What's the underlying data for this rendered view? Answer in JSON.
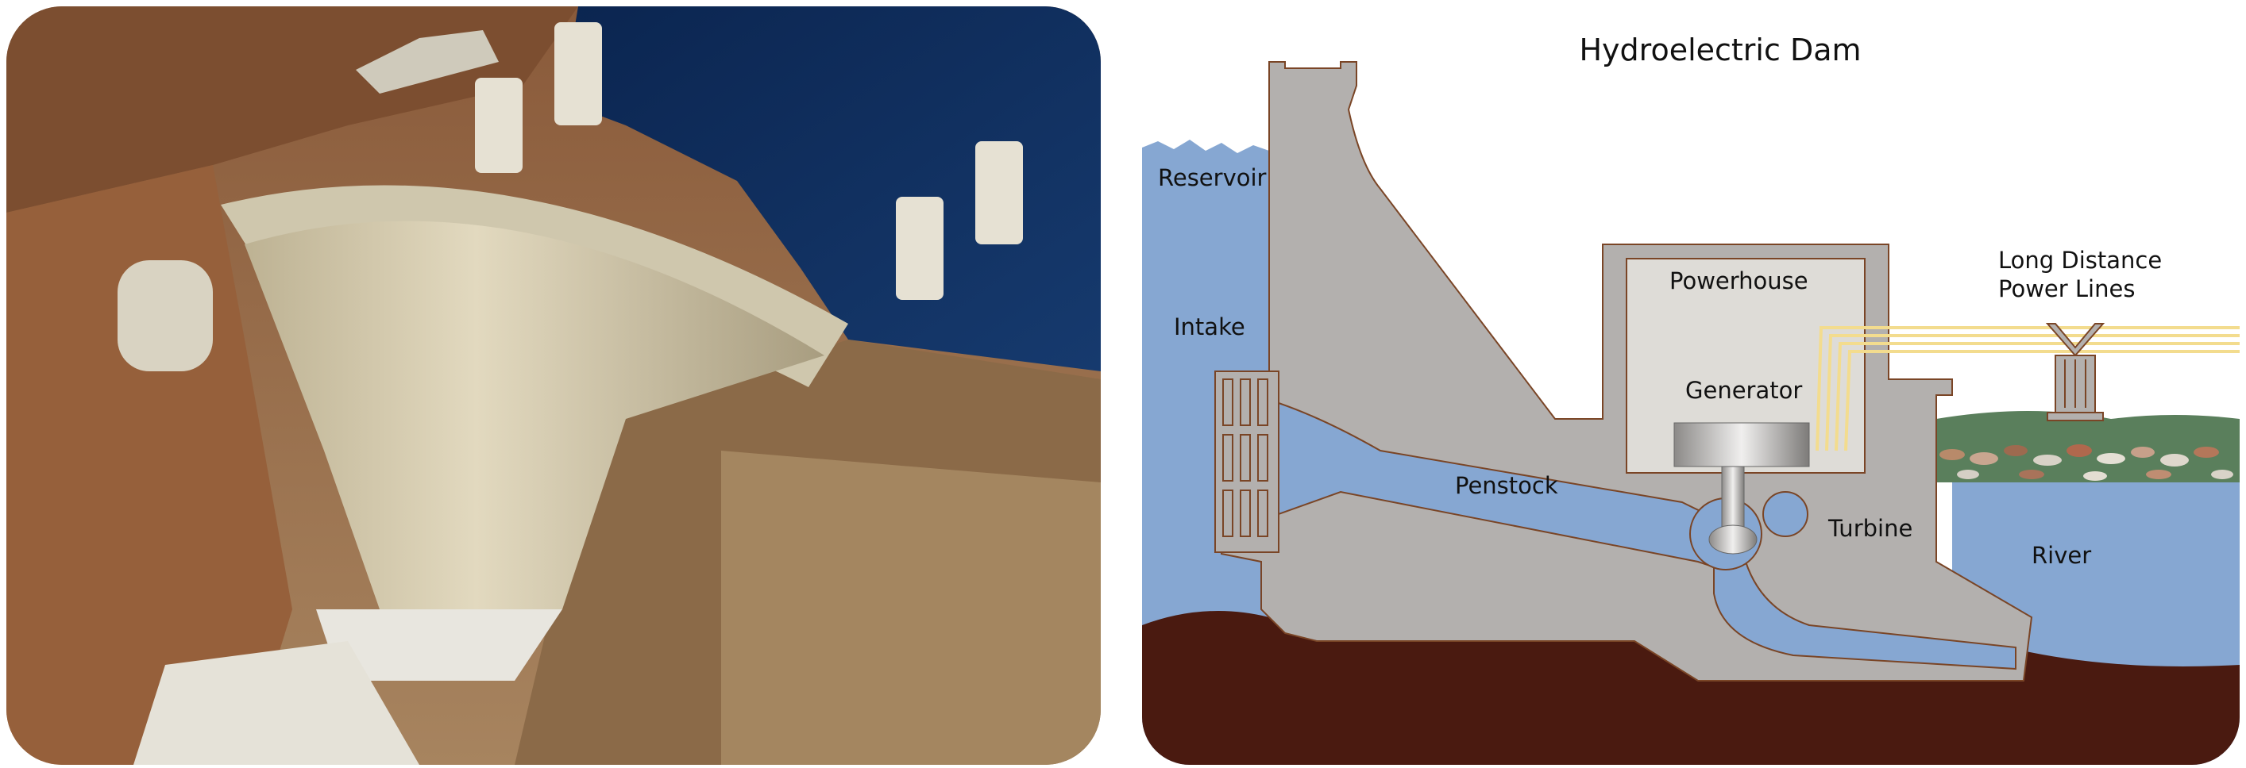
{
  "diagram": {
    "title": "Hydroelectric Dam",
    "labels": {
      "reservoir": "Reservoir",
      "intake": "Intake",
      "penstock": "Penstock",
      "powerhouse": "Powerhouse",
      "generator": "Generator",
      "turbine": "Turbine",
      "river": "River",
      "power_lines_1": "Long Distance",
      "power_lines_2": "Power Lines"
    }
  },
  "colors": {
    "water": "#86a7d2",
    "dam": "#b3b0ae",
    "outline": "#7a4526",
    "ground": "#4a1a10",
    "powerhouse": "#dedcd7",
    "power_lines": "#f3dc8e",
    "grass": "#5a7f5c",
    "rock_water": "#0e2a52",
    "rock_brown": "#9a6a45",
    "concrete": "#d8cfb2"
  }
}
